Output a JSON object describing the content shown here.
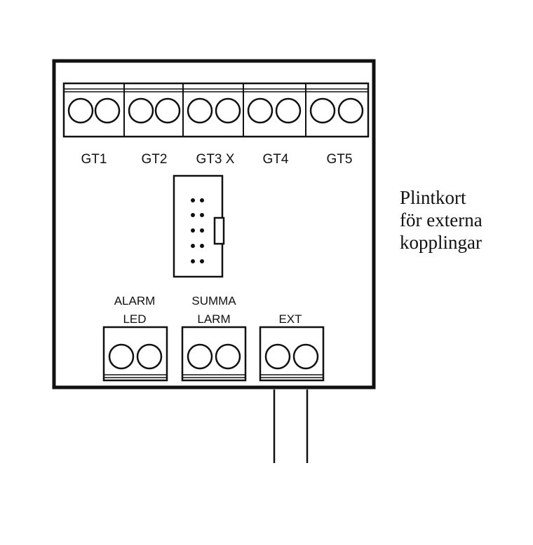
{
  "top_terminals": [
    {
      "label": "GT1"
    },
    {
      "label": "GT2"
    },
    {
      "label": "GT3 X"
    },
    {
      "label": "GT4"
    },
    {
      "label": "GT5"
    }
  ],
  "bottom_terminals": [
    {
      "label_line1": "ALARM",
      "label_line2": "LED"
    },
    {
      "label_line1": "SUMMA",
      "label_line2": "LARM"
    },
    {
      "label_line1": "",
      "label_line2": "EXT"
    }
  ],
  "caption": {
    "line1": "Plintkort",
    "line2": "för externa",
    "line3": "kopplingar"
  },
  "colors": {
    "ink": "#111111",
    "background": "#ffffff"
  }
}
